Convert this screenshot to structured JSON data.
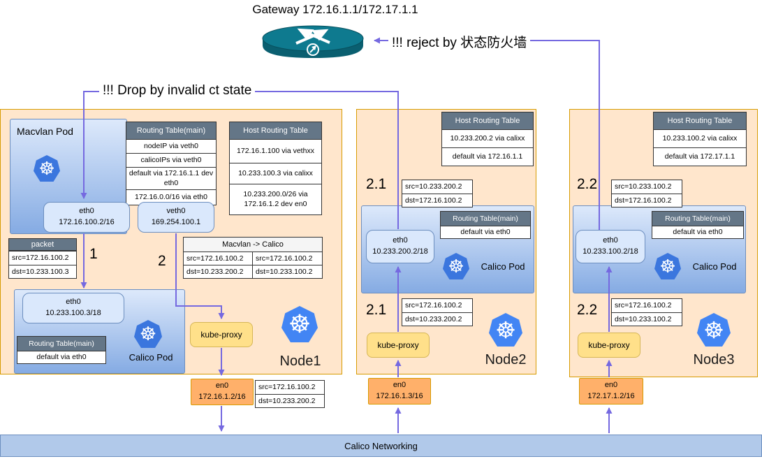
{
  "top": {
    "title": "Gateway 172.16.1.1/172.17.1.1"
  },
  "annotations": {
    "drop": "!!! Drop by invalid ct state",
    "reject": "!!! reject by 状态防火墙"
  },
  "footer": {
    "label": "Calico Networking"
  },
  "colors": {
    "arrow": "#7569e0",
    "node_fill": "#ffe6cc",
    "node_border": "#d79b00",
    "pod_border": "#6c8ebf",
    "table_header": "#647687",
    "kube_proxy_fill": "#ffe08a",
    "en0_fill": "#ffb06a",
    "footer_fill": "#b1c9ea",
    "router_teal": "#0e7a8f",
    "k8s_blue": "#3b76de"
  },
  "node1": {
    "label": "Node1",
    "macvlan_pod_label": "Macvlan Pod",
    "eth0": "eth0\n172.16.100.2/16",
    "veth0": "veth0\n169.254.100.1",
    "pod_routing": {
      "header": "Routing Table(main)",
      "rows": [
        "nodeIP via veth0",
        "calicoIPs via veth0",
        "default via 172.16.1.1 dev eth0",
        "172.16.0.0/16 via eth0"
      ]
    },
    "host_routing": {
      "header": "Host Routing Table",
      "rows": [
        "172.16.1.100 via vethxx",
        "10.233.100.3 via calixx",
        "10.233.200.0/26 via 172.16.1.2 dev en0"
      ]
    },
    "packet": {
      "header": "packet",
      "src": "src=172.16.100.2",
      "dst": "dst=10.233.100.3"
    },
    "step1": "1",
    "step2": "2",
    "nat_table": {
      "header": "Macvlan -> Calico",
      "src_left": "src=172.16.100.2",
      "src_right": "src=172.16.100.2",
      "dst_left": "dst=10.233.200.2",
      "dst_right": "dst=10.233.100.2"
    },
    "calico_pod": {
      "label": "Calico Pod",
      "eth0": "eth0\n10.233.100.3/18",
      "routing_header": "Routing Table(main)",
      "routing_row": "default via eth0"
    },
    "kube_proxy": "kube-proxy",
    "en0": "en0\n172.16.1.2/16",
    "en0_packet": {
      "src": "src=172.16.100.2",
      "dst": "dst=10.233.200.2"
    }
  },
  "node2": {
    "label": "Node2",
    "host_routing": {
      "header": "Host Routing Table",
      "rows": [
        "10.233.200.2 via calixx",
        "default via 172.16.1.1"
      ]
    },
    "reply_step": "2.1",
    "reply_packet": {
      "src": "src=10.233.200.2",
      "dst": "dst=172.16.100.2"
    },
    "calico_pod": {
      "label": "Calico Pod",
      "eth0": "eth0\n10.233.200.2/18",
      "routing_header": "Routing Table(main)",
      "routing_row": "default via eth0"
    },
    "request_step": "2.1",
    "request_packet": {
      "src": "src=172.16.100.2",
      "dst": "dst=10.233.200.2"
    },
    "kube_proxy": "kube-proxy",
    "en0": "en0\n172.16.1.3/16"
  },
  "node3": {
    "label": "Node3",
    "host_routing": {
      "header": "Host Routing Table",
      "rows": [
        "10.233.100.2 via calixx",
        "default via 172.17.1.1"
      ]
    },
    "reply_step": "2.2",
    "reply_packet": {
      "src": "src=10.233.100.2",
      "dst": "dst=172.16.100.2"
    },
    "calico_pod": {
      "label": "Calico Pod",
      "eth0": "eth0\n10.233.100.2/18",
      "routing_header": "Routing Table(main)",
      "routing_row": "default via eth0"
    },
    "request_step": "2.2",
    "request_packet": {
      "src": "src=172.16.100.2",
      "dst": "dst=10.233.100.2"
    },
    "kube_proxy": "kube-proxy",
    "en0": "en0\n172.17.1.2/16"
  }
}
